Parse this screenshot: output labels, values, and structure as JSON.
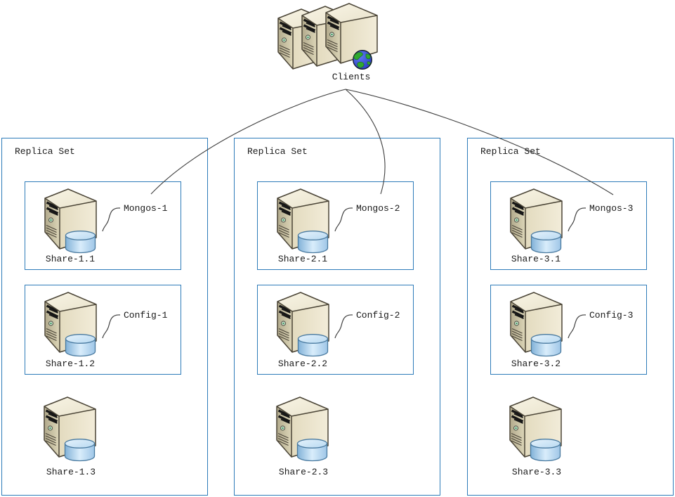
{
  "clients": {
    "label": "Clients"
  },
  "replica_sets": [
    {
      "title": "Replica Set",
      "nodes": [
        {
          "server_label": "Share-1.1",
          "role_label": "Mongos-1",
          "boxed": true
        },
        {
          "server_label": "Share-1.2",
          "role_label": "Config-1",
          "boxed": true
        },
        {
          "server_label": "Share-1.3",
          "boxed": false
        }
      ]
    },
    {
      "title": "Replica Set",
      "nodes": [
        {
          "server_label": "Share-2.1",
          "role_label": "Mongos-2",
          "boxed": true
        },
        {
          "server_label": "Share-2.2",
          "role_label": "Config-2",
          "boxed": true
        },
        {
          "server_label": "Share-2.3",
          "boxed": false
        }
      ]
    },
    {
      "title": "Replica Set",
      "nodes": [
        {
          "server_label": "Share-3.1",
          "role_label": "Mongos-3",
          "boxed": true
        },
        {
          "server_label": "Share-3.2",
          "role_label": "Config-3",
          "boxed": true
        },
        {
          "server_label": "Share-3.3",
          "boxed": false
        }
      ]
    }
  ],
  "icons": {
    "clients_cluster": "server-tower-icon x3 + globe-icon",
    "shard_node": "server-tower-icon + database-cylinder-icon"
  },
  "colors": {
    "box_border": "#2d7bb9",
    "connector_line": "#3f3f3f",
    "server_body": "#d9d2b5",
    "database_cylinder": "#a3c9e8",
    "globe_ocean": "#2e49d6",
    "globe_land": "#2fa82f",
    "background": "#ffffff",
    "text": "#1a1a1a"
  }
}
